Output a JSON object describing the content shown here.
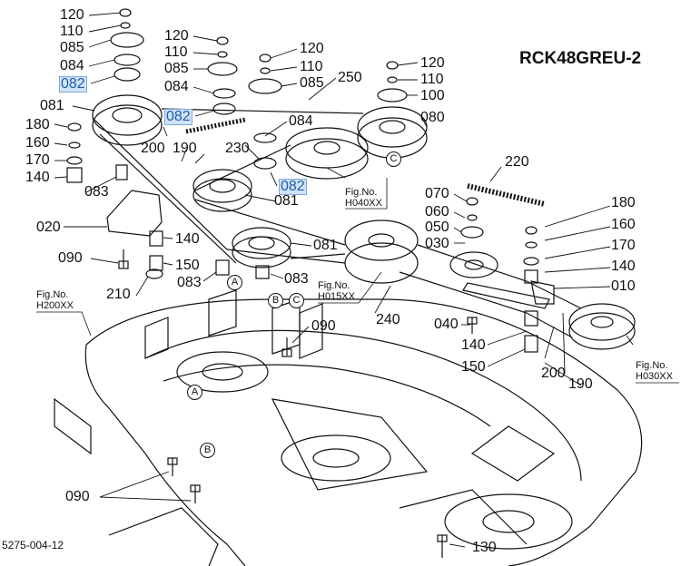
{
  "title": "RCK48GREU-2",
  "drawing_code": "5275-004-12",
  "highlight_color": "#cfe3f7",
  "callouts": {
    "c120a": "120",
    "c110a": "110",
    "c085a": "085",
    "c084a": "084",
    "c082a": "082",
    "c081a": "081",
    "c180a": "180",
    "c160a": "160",
    "c170a": "170",
    "c140a": "140",
    "c120b": "120",
    "c110b": "110",
    "c085b": "085",
    "c084b": "084",
    "c082b": "082",
    "c120c": "120",
    "c110c": "110",
    "c085c": "085",
    "c250": "250",
    "c120d": "120",
    "c110d": "110",
    "c100": "100",
    "c080": "080",
    "c200a": "200",
    "c190a": "190",
    "c230": "230",
    "c084c": "084",
    "c082c": "082",
    "c081b": "081",
    "c083a": "083",
    "c020": "020",
    "c220": "220",
    "c070": "070",
    "c060": "060",
    "c050": "050",
    "c030": "030",
    "c180b": "180",
    "c160b": "160",
    "c170b": "170",
    "c140b": "140",
    "c010": "010",
    "c081c": "081",
    "c140c": "140",
    "c090a": "090",
    "c150a": "150",
    "c210": "210",
    "c083b": "083",
    "c083c": "083",
    "c090b": "090",
    "c240": "240",
    "c040": "040",
    "c140d": "140",
    "c150b": "150",
    "c200b": "200",
    "c190b": "190",
    "c090c": "090",
    "c130": "130"
  },
  "figrefs": {
    "f1": {
      "a": "Fig.No.",
      "b": "H040XX"
    },
    "f2": {
      "a": "Fig.No.",
      "b": "H015XX"
    },
    "f3": {
      "a": "Fig.No.",
      "b": "H200XX"
    },
    "f4": {
      "a": "Fig.No.",
      "b": "H030XX"
    }
  },
  "markers": {
    "a": "A",
    "b": "B",
    "c": "C"
  }
}
